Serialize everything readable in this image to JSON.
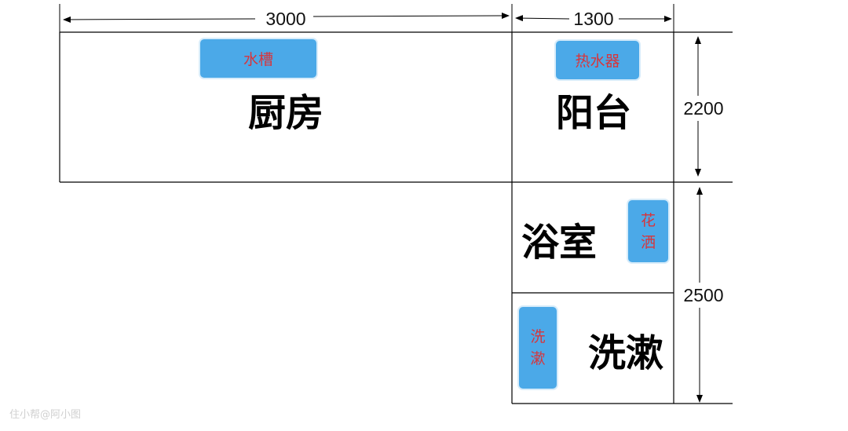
{
  "dimensions": {
    "kitchen_width": "3000",
    "balcony_width": "1300",
    "upper_depth": "2200",
    "lower_depth": "2500"
  },
  "rooms": {
    "kitchen": "厨房",
    "balcony": "阳台",
    "bathroom": "浴室",
    "washroom": "洗漱"
  },
  "fixtures": {
    "sink": "水槽",
    "water_heater": "热水器",
    "shower": [
      "花",
      "洒"
    ],
    "washbasin": [
      "洗",
      "漱"
    ]
  },
  "watermark": "住小帮@阿小图",
  "colors": {
    "fixture_fill": "#4BA9E8",
    "fixture_text": "#d8343a",
    "lines": "#000000"
  }
}
